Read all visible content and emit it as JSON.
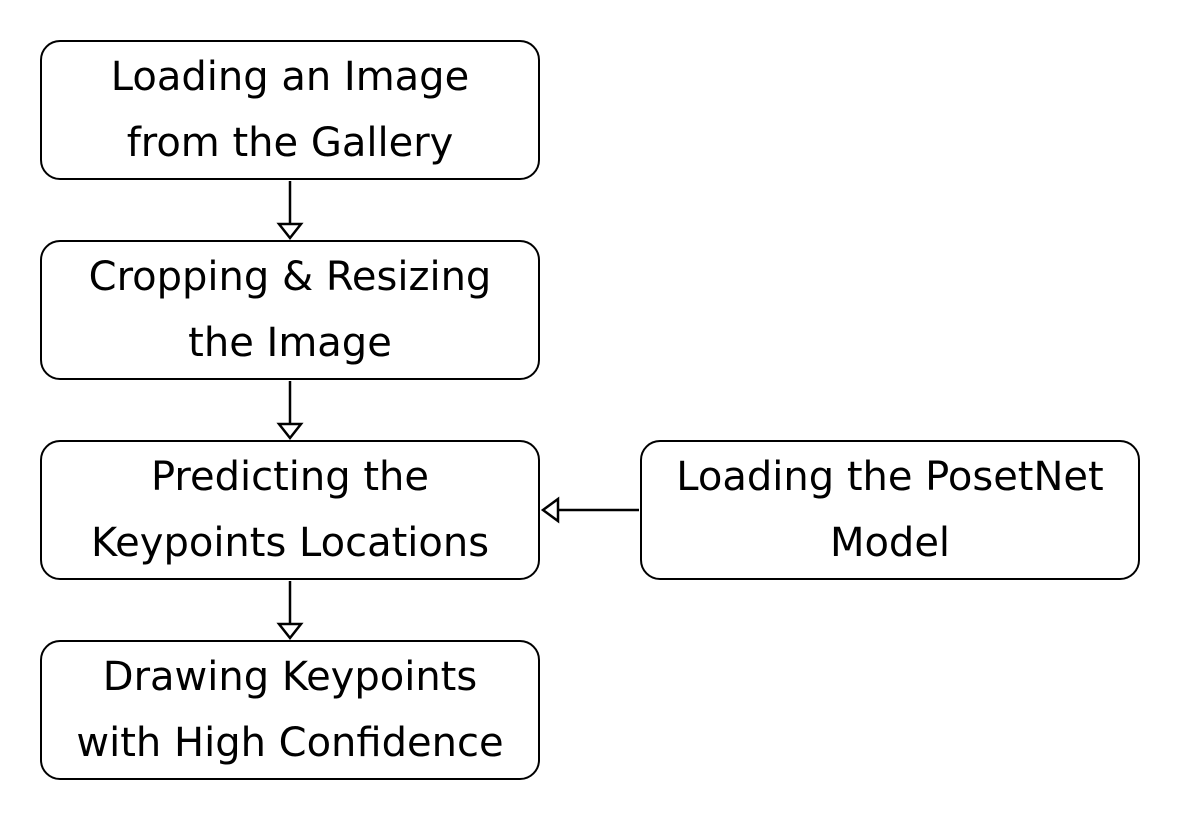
{
  "nodes": {
    "load_image": {
      "line1": "Loading an Image",
      "line2": "from the Gallery"
    },
    "crop_resize": {
      "line1": "Cropping & Resizing",
      "line2": "the Image"
    },
    "predict": {
      "line1": "Predicting the",
      "line2": "Keypoints Locations"
    },
    "load_model": {
      "line1": "Loading the PosetNet",
      "line2": "Model"
    },
    "draw": {
      "line1": "Drawing Keypoints",
      "line2": "with High Confidence"
    }
  },
  "edges": [
    {
      "from": "load_image",
      "to": "crop_resize"
    },
    {
      "from": "crop_resize",
      "to": "predict"
    },
    {
      "from": "predict",
      "to": "draw"
    },
    {
      "from": "load_model",
      "to": "predict"
    }
  ]
}
